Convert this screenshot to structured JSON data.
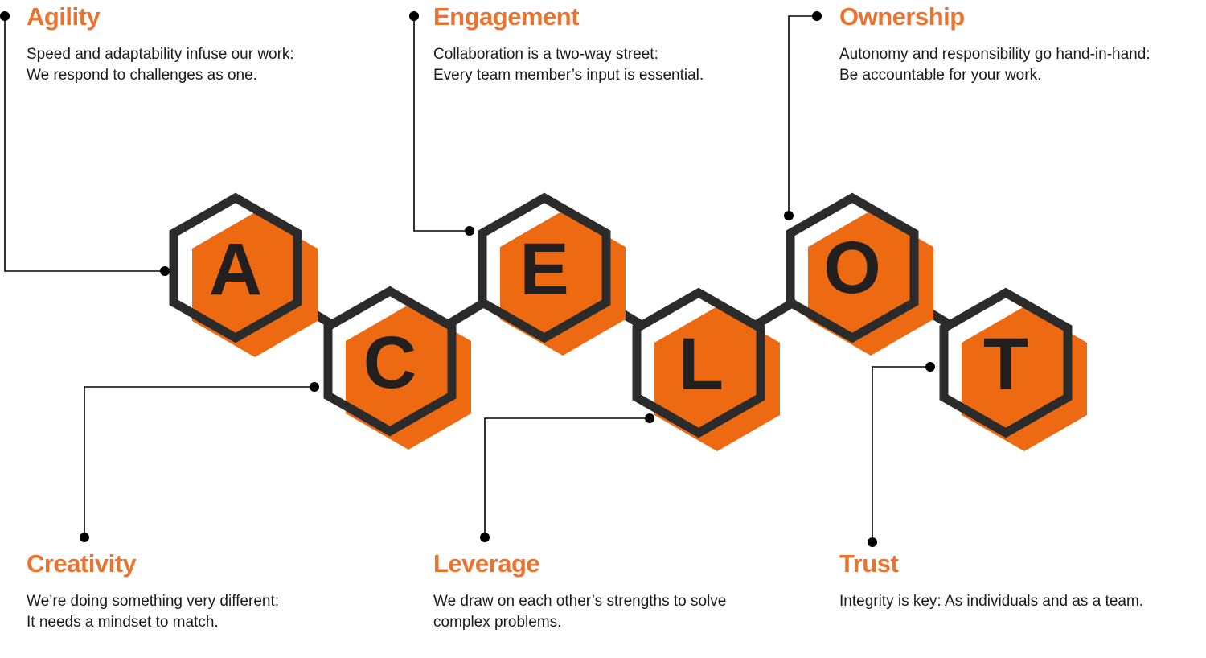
{
  "colors": {
    "accent": "#ee6a12",
    "title": "#ea7330",
    "outline": "#2b2b2b",
    "letter": "#231f1f",
    "connector": "#000000"
  },
  "hexagons": [
    {
      "letter": "A"
    },
    {
      "letter": "C"
    },
    {
      "letter": "E"
    },
    {
      "letter": "L"
    },
    {
      "letter": "O"
    },
    {
      "letter": "T"
    }
  ],
  "values": [
    {
      "title": "Agility",
      "lines": [
        "Speed and adaptability infuse our work:",
        "We respond to challenges as one."
      ]
    },
    {
      "title": "Engagement",
      "lines": [
        "Collaboration is a two-way street:",
        "Every team member’s input is essential."
      ]
    },
    {
      "title": "Ownership",
      "lines": [
        "Autonomy and responsibility go hand-in-hand:",
        "Be accountable for your work."
      ]
    },
    {
      "title": "Creativity",
      "lines": [
        "We’re doing something very different:",
        "It needs a mindset to match."
      ]
    },
    {
      "title": "Leverage",
      "lines": [
        "We draw on each other’s strengths to solve",
        "complex problems."
      ]
    },
    {
      "title": "Trust",
      "lines": [
        "Integrity is key: As individuals and as a team."
      ]
    }
  ]
}
